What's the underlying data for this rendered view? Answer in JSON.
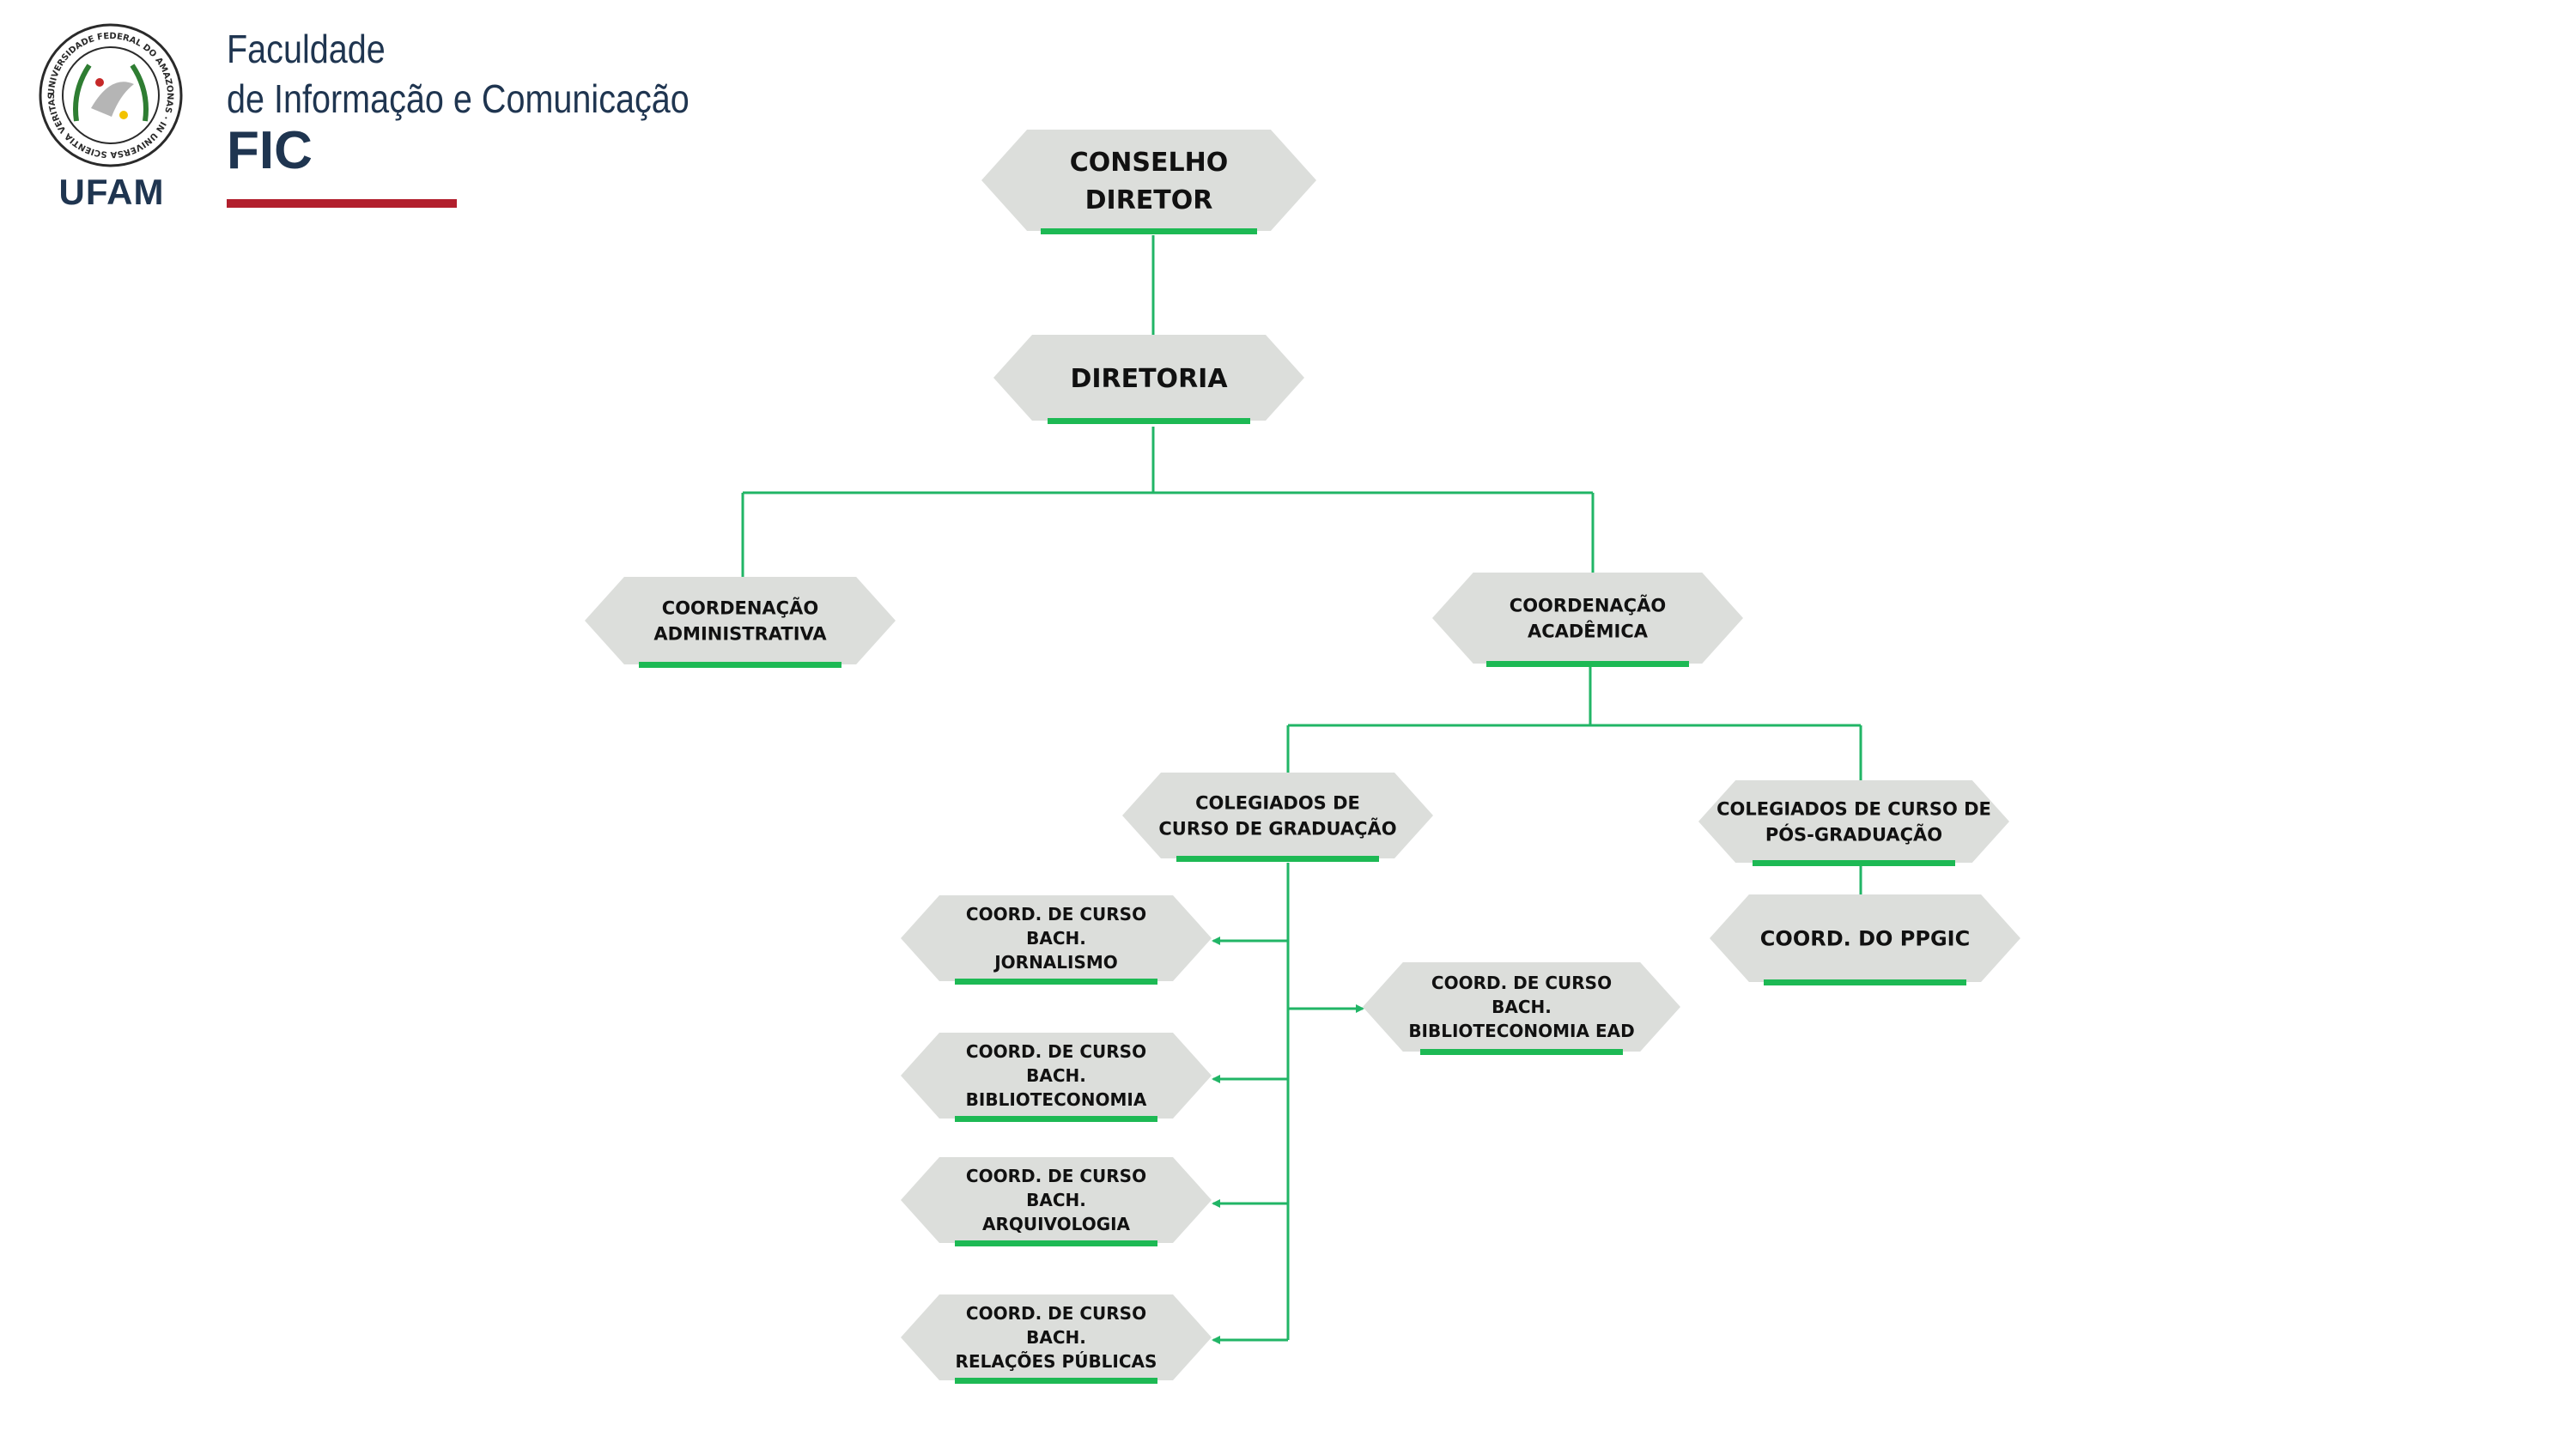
{
  "header": {
    "seal_text": "UNIVERSIDADE FEDERAL DO AMAZONAS · IN UNIVERSA SCIENTIA VERITAS",
    "seal_caption": "UFAM",
    "title_line1": "Faculdade",
    "title_line2": "de Informação e Comunicação",
    "title_acronym": "FIC"
  },
  "colors": {
    "node_fill": "#dcdedb",
    "accent_green": "#1db954",
    "connector": "#21b566",
    "title_navy": "#1f3550",
    "brand_red": "#b21f2d"
  },
  "chart": {
    "nodes": {
      "conselho": {
        "lines": [
          "CONSELHO",
          "DIRETOR"
        ]
      },
      "diretoria": {
        "lines": [
          "DIRETORIA"
        ]
      },
      "coord_adm": {
        "lines": [
          "COORDENAÇÃO",
          "ADMINISTRATIVA"
        ]
      },
      "coord_acad": {
        "lines": [
          "COORDENAÇÃO",
          "ACADÊMICA"
        ]
      },
      "colegiado_grad": {
        "lines": [
          "COLEGIADOS DE",
          "CURSO  DE GRADUAÇÃO"
        ]
      },
      "colegiado_pos": {
        "lines": [
          "COLEGIADOS DE CURSO DE",
          "PÓS-GRADUAÇÃO"
        ]
      },
      "coord_ppgic": {
        "lines": [
          "COORD. DO PPGIC"
        ]
      },
      "coord_jorn": {
        "lines": [
          "COORD. DE CURSO",
          "BACH.",
          "JORNALISMO"
        ]
      },
      "coord_biblio": {
        "lines": [
          "COORD. DE  CURSO",
          "BACH.",
          "BIBLIOTECONOMIA"
        ]
      },
      "coord_arq": {
        "lines": [
          "COORD. DE CURSO",
          "BACH.",
          "ARQUIVOLOGIA"
        ]
      },
      "coord_rp": {
        "lines": [
          "COORD. DE CURSO",
          "BACH.",
          "RELAÇÕES PÚBLICAS"
        ]
      },
      "coord_ead": {
        "lines": [
          "COORD. DE CURSO",
          "BACH.",
          "BIBLIOTECONOMIA EAD"
        ]
      }
    }
  }
}
